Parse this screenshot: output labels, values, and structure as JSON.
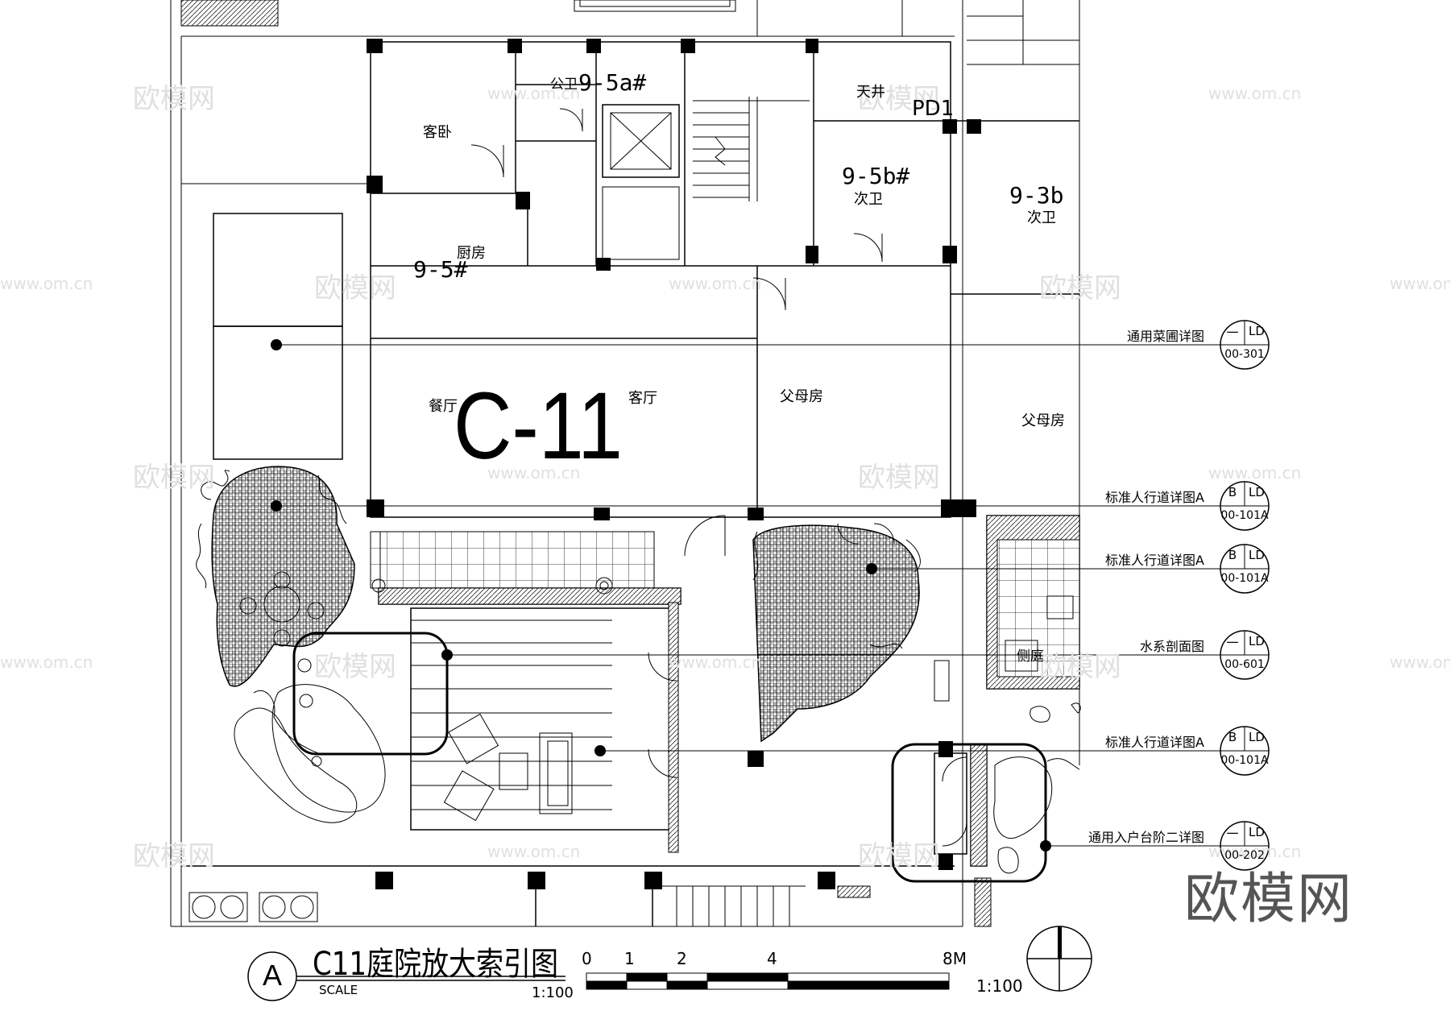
{
  "plan": {
    "block_label": "C-11",
    "rooms": {
      "guest_bedroom": "客卧",
      "public_bath": "公卫",
      "unit_9_5a": "9-5a#",
      "light_well": "天井",
      "pd1": "PD1",
      "unit_9_5b": "9-5b#",
      "second_bath_b": "次卫",
      "unit_9_3b": "9-3b",
      "second_bath_c": "次卫",
      "kitchen": "厨房",
      "unit_9_5": "9-5#",
      "dining": "餐厅",
      "living": "客厅",
      "parents_room_1": "父母房",
      "parents_room_2": "父母房",
      "side_court": "侧庭"
    }
  },
  "callouts": [
    {
      "label": "通用菜圃详图",
      "top": "一",
      "ref": "LD",
      "sheet": "00-301"
    },
    {
      "label": "标准人行道详图A",
      "top": "B",
      "ref": "LD",
      "sheet": "00-101A"
    },
    {
      "label": "标准人行道详图A",
      "top": "B",
      "ref": "LD",
      "sheet": "00-101A"
    },
    {
      "label": "水系剖面图",
      "top": "一",
      "ref": "LD",
      "sheet": "00-601"
    },
    {
      "label": "标准人行道详图A",
      "top": "B",
      "ref": "LD",
      "sheet": "00-101A"
    },
    {
      "label": "通用入户台阶二详图",
      "top": "一",
      "ref": "LD",
      "sheet": "00-202"
    }
  ],
  "title_block": {
    "marker": "A",
    "title": "C11庭院放大索引图",
    "scale_label": "SCALE",
    "scale_value": "1:100"
  },
  "scale_bar": {
    "ticks": [
      "0",
      "1",
      "2",
      "4",
      "8M"
    ],
    "scale": "1:100"
  },
  "watermark": {
    "brand": "欧模网",
    "url": "www.om.cn"
  }
}
